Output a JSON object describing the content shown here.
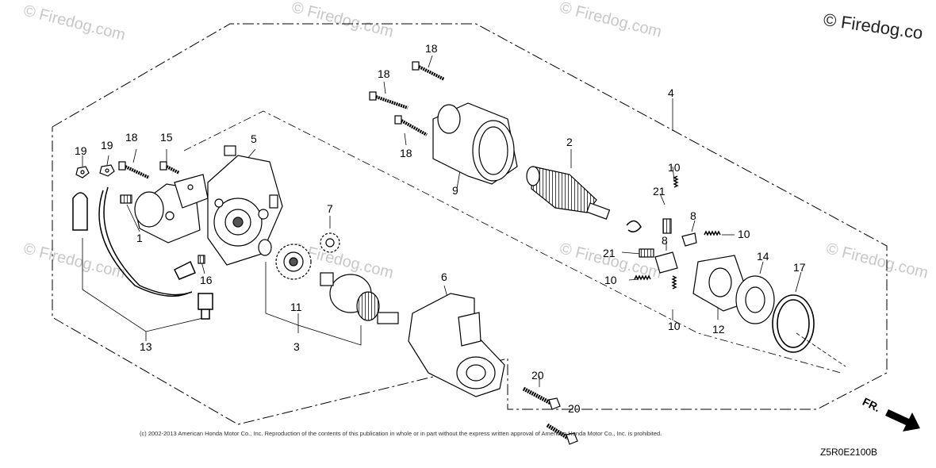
{
  "copyright_top": "© Firedog.co",
  "watermark": "© Firedog.com",
  "footer_notice": "(c) 2002-2013 American Honda Motor Co., Inc. Reproduction of the contents of this publication in whole or in part without the express written approval of American Honda Motor Co., Inc. is prohibited.",
  "diagram_code": "Z5R0E2100B",
  "direction_label": "FR.",
  "callouts": {
    "c1": "1",
    "c2": "2",
    "c3": "3",
    "c4": "4",
    "c5": "5",
    "c6": "6",
    "c7": "7",
    "c8a": "8",
    "c8b": "8",
    "c9": "9",
    "c10a": "10",
    "c10b": "10",
    "c10c": "10",
    "c10d": "10",
    "c11": "11",
    "c12": "12",
    "c13": "13",
    "c14": "14",
    "c15": "15",
    "c16": "16",
    "c17": "17",
    "c18a": "18",
    "c18b": "18",
    "c18c": "18",
    "c18d": "18",
    "c19a": "19",
    "c19b": "19",
    "c20a": "20",
    "c20b": "20",
    "c21a": "21",
    "c21b": "21"
  },
  "colors": {
    "line": "#000000",
    "part_fill": "#ffffff",
    "shade": "#555555",
    "watermark": "#c8c8c8"
  }
}
